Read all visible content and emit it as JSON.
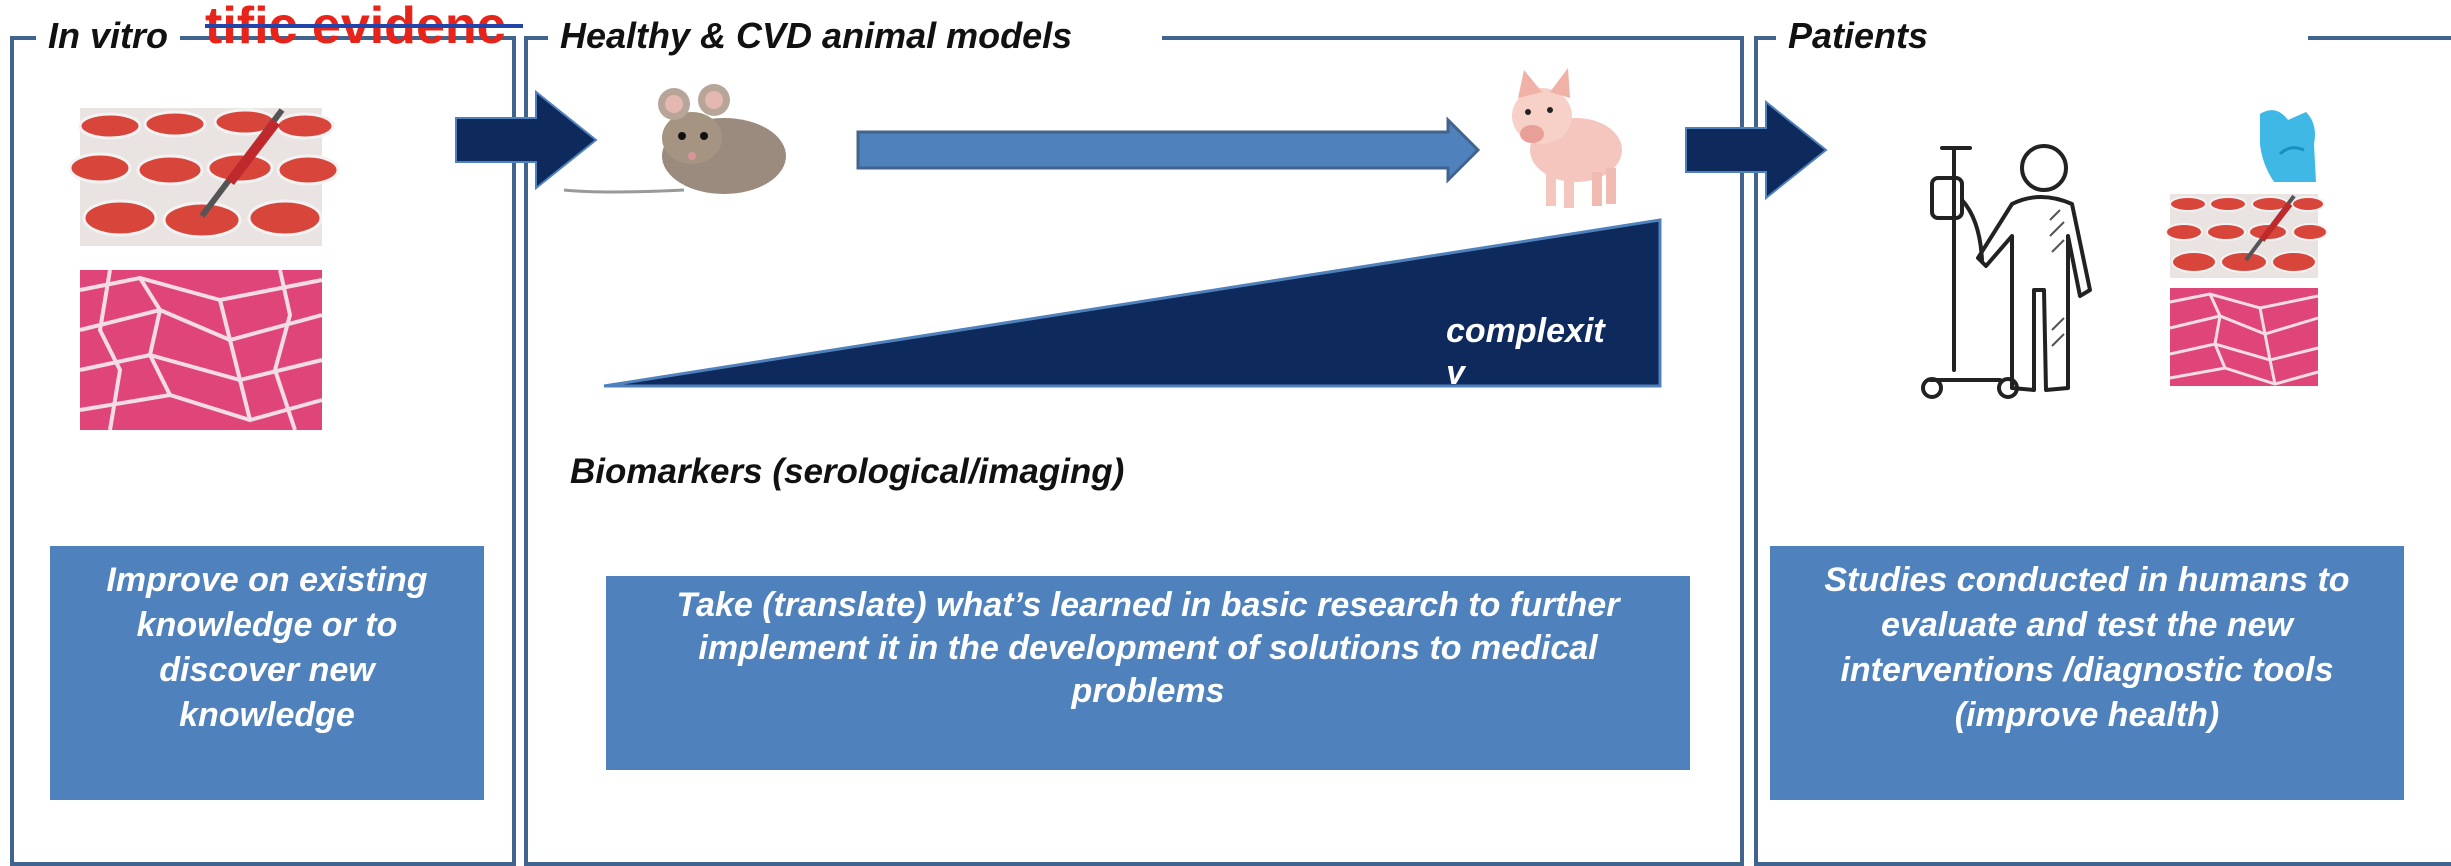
{
  "panels": [
    {
      "title": "In vitro"
    },
    {
      "title": "Healthy & CVD animal models"
    },
    {
      "title": "Patients"
    }
  ],
  "heading_fragment": "tific evidenc",
  "complexity_label": "complexit y",
  "biomarkers_label": "Biomarkers (serological/imaging)",
  "boxes": [
    {
      "text": "Improve on existing knowledge or to discover new knowledge"
    },
    {
      "text": "Take (translate) what’s learned in basic research to further implement it  in the development of solutions to medical problems"
    },
    {
      "text": "Studies conducted in humans to evaluate and test the new interventions /diagnostic tools (improve health)"
    }
  ],
  "icons": [
    "petri-dish-icon",
    "muscle-tissue-icon",
    "mouse-icon",
    "pig-icon",
    "patient-iv-icon",
    "glove-icon"
  ],
  "colors": {
    "frame": "#41648e",
    "box": "#4f81bd",
    "arrow_dark": "#0e2a5c",
    "arrow_light": "#4f81bd",
    "wedge": "#0e2a5c",
    "tissue": "#e0457a"
  }
}
